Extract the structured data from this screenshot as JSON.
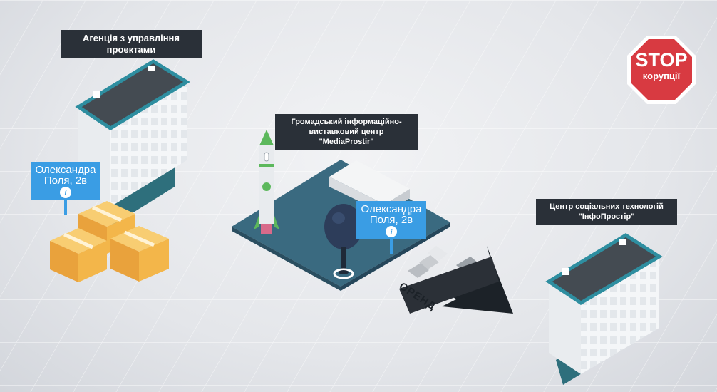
{
  "labels": {
    "agency": "Агенція з управління проектами",
    "media_center": "Громадський інформаційно-виставковий центр \"MediaProstir\"",
    "social_center": "Центр соціальних технологій \"ІнфоПростір\""
  },
  "pins": {
    "left": {
      "line1": "Олександра",
      "line2": "Поля, 2в"
    },
    "center": {
      "line1": "Олександра",
      "line2": "Поля, 2в"
    }
  },
  "pin_info_glyph": "i",
  "stop_sign": {
    "word": "STOP",
    "sub": "корупції"
  },
  "arrow_text": "ОРЕНД",
  "icons": [
    "building-icon",
    "boxes-icon",
    "rocket-icon",
    "sculpture-icon",
    "stop-sign-icon",
    "arrow-icon",
    "location-pin-icon"
  ],
  "colors": {
    "label_bg": "#2a3038",
    "pin_blue": "#3a9de4",
    "stop_red": "#d83a41",
    "teal": "#2e6f7c",
    "box_orange": "#f3b64a",
    "platform": "#3a6a80"
  }
}
